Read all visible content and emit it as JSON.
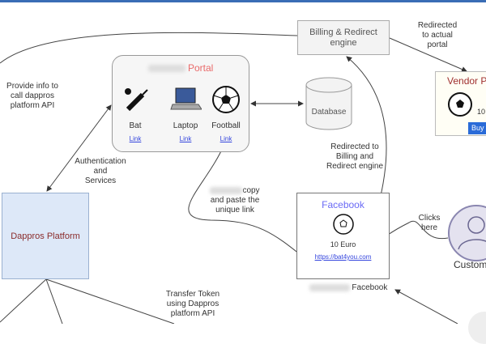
{
  "colors": {
    "top_bar": "#3a6db5",
    "portal_title": "#e96a6a",
    "facebook_title": "#6a6af5",
    "dappros_text": "#8a2b2b",
    "vendor_title": "#a03030",
    "buy_button": "#2a6bd8",
    "link": "#3344dd"
  },
  "portal": {
    "title": "Portal",
    "items": [
      {
        "label": "Bat",
        "link": "Link",
        "icon": "cricket-bat-icon"
      },
      {
        "label": "Laptop",
        "link": "Link",
        "icon": "laptop-icon"
      },
      {
        "label": "Football",
        "link": "Link",
        "icon": "football-icon"
      }
    ]
  },
  "database": {
    "label": "Database"
  },
  "billing": {
    "line1": "Billing & Redirect",
    "line2": "engine"
  },
  "vendor": {
    "title": "Vendor P",
    "price": "10",
    "buy": "Buy"
  },
  "facebook_card": {
    "title": "Facebook",
    "price": "10 Euro",
    "url": "https://bat4you.com",
    "caption": "Facebook"
  },
  "dappros": {
    "label": "Dappros Platform"
  },
  "customer": {
    "label": "Custome"
  },
  "notes": {
    "provide_info": [
      "Provide info to",
      "call dappros",
      "platform API"
    ],
    "redirected_actual": [
      "Redirected",
      "to actual",
      "portal"
    ],
    "redirected_billing": [
      "Redirected to",
      "Billing and",
      "Redirect engine"
    ],
    "auth": [
      "Authentication",
      "and",
      "Services"
    ],
    "copy_paste": [
      "copy",
      "and paste the",
      "unique link"
    ],
    "clicks": [
      "Clicks",
      "here"
    ],
    "transfer": [
      "Transfer Token",
      "using Dappros",
      "platform API"
    ]
  }
}
